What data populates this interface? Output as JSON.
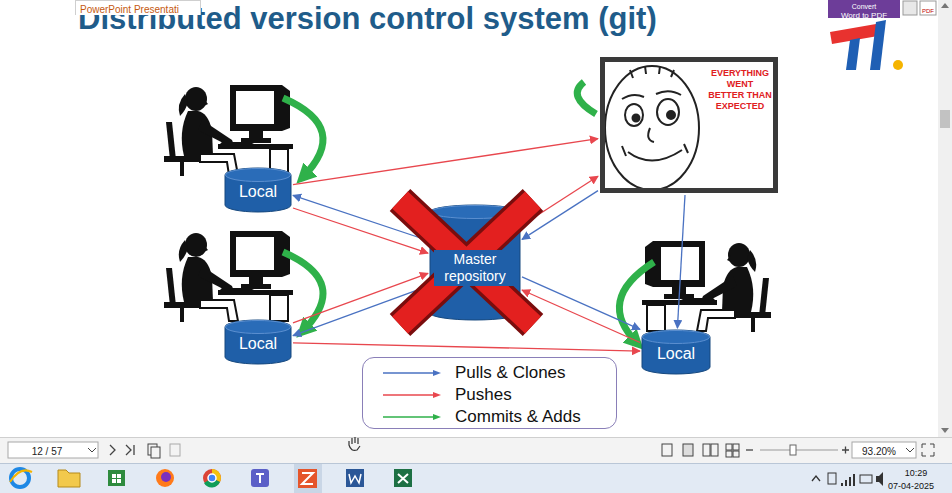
{
  "diagram": {
    "title": "Distributed version control system (git)",
    "nodes": [
      {
        "text": [
          "Local"
        ]
      },
      {
        "text": [
          "EVERYTHING WENT BETTER THAN EXPECTED"
        ]
      },
      {
        "text": [
          "Master repository"
        ]
      },
      {
        "text": [
          "Local"
        ]
      },
      {
        "text": [
          "Local"
        ]
      }
    ],
    "edges": [
      {
        "from": 2,
        "to": 0,
        "arrow": "to"
      },
      {
        "from": 0,
        "to": 2,
        "arrow": "to"
      },
      {
        "from": 2,
        "to": 3,
        "arrow": "to"
      },
      {
        "from": 3,
        "to": 2,
        "arrow": "to"
      },
      {
        "from": 0,
        "to": 1,
        "arrow": "to"
      },
      {
        "from": 1,
        "to": 2,
        "arrow": "to"
      },
      {
        "from": 2,
        "to": 1,
        "arrow": "to"
      },
      {
        "from": 1,
        "to": 4,
        "arrow": "to"
      },
      {
        "from": 2,
        "to": 4,
        "arrow": "to"
      },
      {
        "from": 4,
        "to": 2,
        "arrow": "to"
      },
      {
        "from": 3,
        "to": 4,
        "arrow": "to"
      }
    ],
    "labels": [
      "PowerPoint Presentati",
      "Convert",
      "Word to PDF",
      "PDF",
      "12 / 57",
      "93.20%",
      "10:29",
      "07-04-2025"
    ],
    "legend": [
      {
        "text": "Pulls & Clones"
      },
      {
        "text": "Pushes"
      },
      {
        "text": "Commits & Adds"
      }
    ]
  }
}
